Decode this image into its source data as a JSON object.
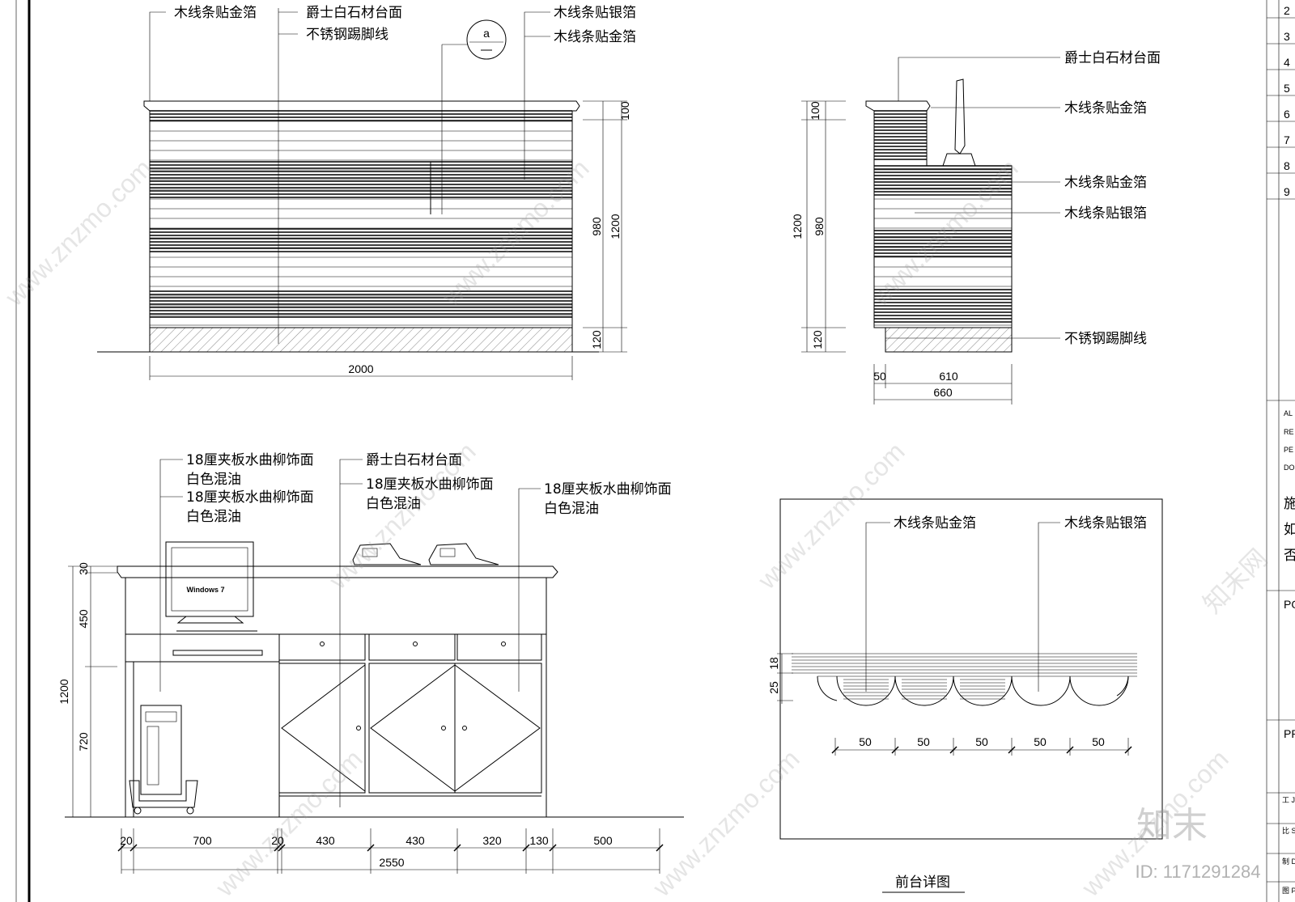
{
  "drawing": {
    "title": "前台详图",
    "watermark_url": "www.znzmo.com",
    "watermark_brand": "知末网",
    "brand_logo": "知末",
    "id_text": "ID: 1171291284"
  },
  "front_elevation": {
    "labels": {
      "wood_gold_left": "木线条贴金箔",
      "jazz_white_top": "爵士白石材台面",
      "steel_kick": "不锈钢踢脚线",
      "wood_silver": "木线条贴银箔",
      "wood_gold_right": "木线条贴金箔",
      "section_mark": "a"
    },
    "dims": {
      "d100": "100",
      "d980": "980",
      "d1200": "1200",
      "d120": "120",
      "d2000": "2000"
    }
  },
  "side_elevation": {
    "labels": {
      "jazz_white": "爵士白石材台面",
      "wood_gold_1": "木线条贴金箔",
      "wood_gold_2": "木线条贴金箔",
      "wood_silver": "木线条贴银箔",
      "steel_kick": "不锈钢踢脚线"
    },
    "dims": {
      "d100": "100",
      "d1200": "1200",
      "d980": "980",
      "d120": "120",
      "d50": "50",
      "d610": "610",
      "d660": "660"
    }
  },
  "back_elevation": {
    "labels": {
      "ply_a1": "18厘夹板水曲柳饰面",
      "ply_a2": "白色混油",
      "ply_b1": "18厘夹板水曲柳饰面",
      "ply_b2": "白色混油",
      "jazz_white": "爵士白石材台面",
      "ply_c1": "18厘夹板水曲柳饰面",
      "ply_c2": "白色混油",
      "ply_d1": "18厘夹板水曲柳饰面",
      "ply_d2": "白色混油",
      "monitor_text": "Windows 7"
    },
    "dims": {
      "v30": "30",
      "v450": "450",
      "v1200": "1200",
      "v720": "720",
      "h20a": "20",
      "h700": "700",
      "h20b": "20",
      "h430a": "430",
      "h430b": "430",
      "h320": "320",
      "h130": "130",
      "h500": "500",
      "h2550": "2550"
    }
  },
  "detail": {
    "labels": {
      "wood_gold": "木线条贴金箔",
      "wood_silver": "木线条贴银箔"
    },
    "dims": {
      "v18": "18",
      "v25": "25",
      "h50": [
        "50",
        "50",
        "50",
        "50",
        "50"
      ]
    }
  },
  "title_block": {
    "numbers": [
      "2",
      "3",
      "4",
      "5",
      "6",
      "7",
      "8",
      "9"
    ],
    "codes": [
      "AL",
      "RE",
      "PE",
      "DO"
    ],
    "chars": [
      "施",
      "如",
      "否"
    ],
    "po": "PO",
    "pr": "PR",
    "job": "工 JOB",
    "scale": "比 SCA",
    "draw": "制 DRA",
    "prac": "图 PRA"
  }
}
